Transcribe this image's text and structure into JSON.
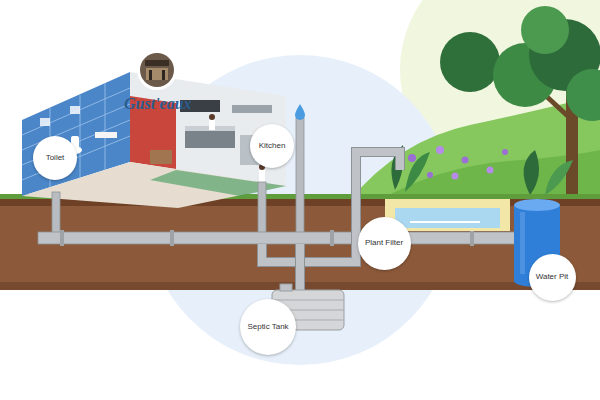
{
  "diagram": {
    "nodes": [
      {
        "text": [
          "Toilet"
        ]
      },
      {
        "text": [
          "Kitchen"
        ]
      },
      {
        "text": [
          "Plant Filter"
        ]
      },
      {
        "text": [
          "Septic Tank"
        ]
      },
      {
        "text": [
          "Water Pit"
        ]
      }
    ],
    "labels": [
      "Gust'eaux"
    ]
  }
}
